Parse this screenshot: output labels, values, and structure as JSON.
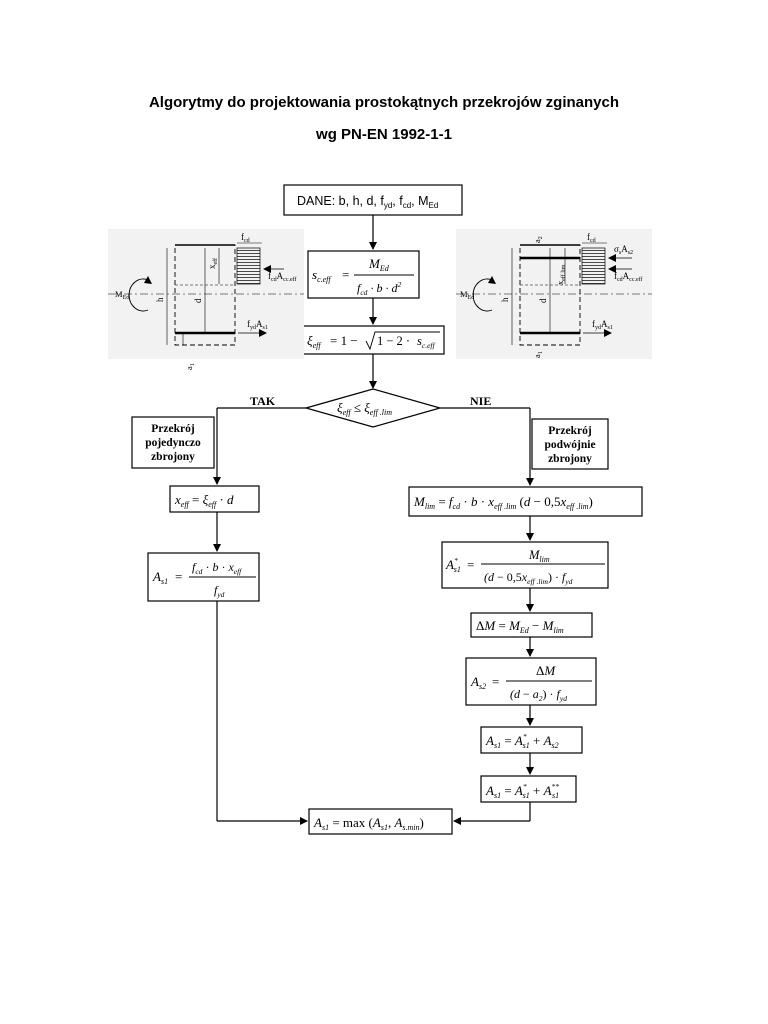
{
  "header": {
    "title_line1": "Algorytmy do projektowania prostokątnych przekrojów zginanych",
    "title_line2": "wg PN-EN 1992-1-1"
  },
  "flowchart": {
    "start_box": "DANE: b, h, d, f_yd, f_cd, M_Ed",
    "decision": "ξ_eff ≤ ξ_eff.lim",
    "branch_yes": "TAK",
    "branch_no": "NIE",
    "left_case": [
      "Przekrój",
      "pojedynczo",
      "zbrojony"
    ],
    "right_case": [
      "Przekrój",
      "podwójnie",
      "zbrojony"
    ],
    "formulas": {
      "s_ceff": "s_c.eff = M_Ed / (f_cd · b · d²)",
      "xi_eff": "ξ_eff = 1 − √(1 − 2 · s_c.eff)",
      "x_eff": "x_eff = ξ_eff · d",
      "As1_single": "A_s1 = f_cd · b · x_eff / f_yd",
      "M_lim": "M_lim = f_cd · b · x_eff.lim (d − 0,5 x_eff.lim)",
      "As1_star": "A*_s1 = M_lim / ((d − 0,5 x_eff.lim) · f_yd)",
      "delta_M": "ΔM = M_Ed − M_lim",
      "As2": "A_s2 = ΔM / ((d − a_2) · f_yd)",
      "As1_sum1": "A_s1 = A*_s1 + A_s2",
      "As1_sum2": "A_s1 = A*_s1 + A**_s1",
      "As1_final": "A_s1 = max(A_s1, A_s.min)"
    }
  },
  "sketches": {
    "left": {
      "moment": "M_Ed",
      "labels": [
        "f_cd",
        "f_cd A_cc.eff",
        "f_yd A_s1",
        "x_eff",
        "d",
        "h",
        "a_1"
      ]
    },
    "right": {
      "moment": "M_Ed",
      "labels": [
        "f_cd",
        "σ_s A_s2",
        "f_cd A_cc.eff",
        "f_yd A_s1",
        "x_eff.lim",
        "d",
        "h",
        "a_1",
        "a_2"
      ]
    }
  }
}
